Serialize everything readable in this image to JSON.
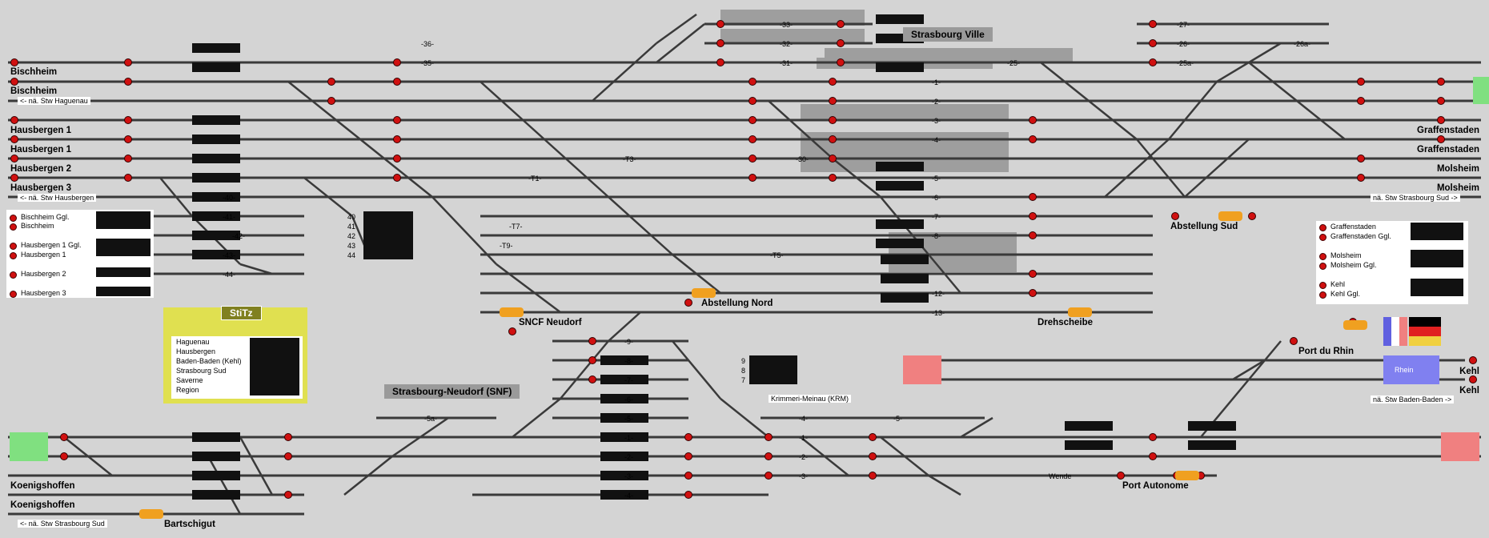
{
  "board": {
    "stations_left": [
      "Bischheim",
      "Bischheim",
      "Hausbergen 1",
      "Hausbergen 1",
      "Hausbergen 2",
      "Hausbergen 3"
    ],
    "stations_right": [
      "Graffenstaden",
      "Graffenstaden",
      "Molsheim",
      "Molsheim",
      "Kehl",
      "Kehl"
    ],
    "titles": {
      "strasbourg_ville": "Strasbourg Ville",
      "strasbourg_neudorf": "Strasbourg-Neudorf (SNF)",
      "krimmeri": "Krimmeri-Meinau (KRM)"
    },
    "places": {
      "abstellung_sud": "Abstellung Sud",
      "abstellung_nord": "Abstellung Nord",
      "sncf_neudorf": "SNCF Neudorf",
      "drehscheibe": "Drehscheibe",
      "port_du_rhin": "Port du Rhin",
      "port_autonome": "Port Autonome",
      "koenigshoffen_1": "Koenigshoffen",
      "koenigshoffen_2": "Koenigshoffen",
      "bartschigut": "Bartschigut",
      "wende": "Wende",
      "rhein": "Rhein"
    },
    "directions": {
      "haguenau": "<- nä. Stw Haguenau",
      "hausbergen": "<- nä. Stw Hausbergen",
      "strasbourg_sud_left": "<- nä. Stw Strasbourg Sud",
      "strasbourg_sud_right": "nä. Stw Strasbourg Sud ->",
      "baden_baden": "nä. Stw Baden-Baden ->"
    },
    "track_numbers_main": [
      "-33-",
      "-32-",
      "-31-",
      "-1-",
      "-2-",
      "-3-",
      "-4-",
      "-30-",
      "-5-",
      "-6-",
      "-7-",
      "-8-",
      "-12-",
      "-13-"
    ],
    "track_numbers_other": [
      "-36-",
      "-35-",
      "-25-",
      "-27-",
      "-26-",
      "-25a-",
      "-26a-",
      "-T1-",
      "-T3-",
      "-T5-",
      "-T7-",
      "-T9-",
      "-40-",
      "-41-",
      "-42-",
      "-43-",
      "-44-"
    ],
    "track_numbers_neudorf": [
      "-5a-",
      "-9-",
      "-8-",
      "-7-",
      "-6-",
      "-5-",
      "-1-",
      "-2-",
      "-3-",
      "-4-",
      "-4-",
      "-5-",
      "-1-",
      "-2-",
      "-3-"
    ],
    "side_numbers_left": [
      "40",
      "41",
      "42",
      "43",
      "44"
    ],
    "side_numbers_krm": [
      "9",
      "8",
      "7"
    ]
  },
  "legend_left": [
    {
      "label": "Bischheim Ggl."
    },
    {
      "label": "Bischheim"
    },
    {
      "label": "Hausbergen 1 Ggl."
    },
    {
      "label": "Hausbergen 1"
    },
    {
      "label": "Hausbergen 2"
    },
    {
      "label": "Hausbergen 3"
    }
  ],
  "legend_right": [
    {
      "label": "Graffenstaden"
    },
    {
      "label": "Graffenstaden Ggl."
    },
    {
      "label": "Molsheim"
    },
    {
      "label": "Molsheim Ggl."
    },
    {
      "label": "Kehl"
    },
    {
      "label": "Kehl Ggl."
    }
  ],
  "stitz": {
    "title": "StiTz",
    "rows": [
      "Haguenau",
      "Hausbergen",
      "Baden-Baden (Kehl)",
      "Strasbourg Sud",
      "Saverne",
      "Region"
    ]
  },
  "colors": {
    "background": "#d4d4d4",
    "track": "#3a3a3a",
    "signal_red": "#d01010",
    "signal_green": "#20a020",
    "green_end": "#80e080",
    "red_end": "#f08080",
    "orange": "#f0a020",
    "stitz_yellow": "#e0e050",
    "rhein_blue": "#8080f0"
  }
}
